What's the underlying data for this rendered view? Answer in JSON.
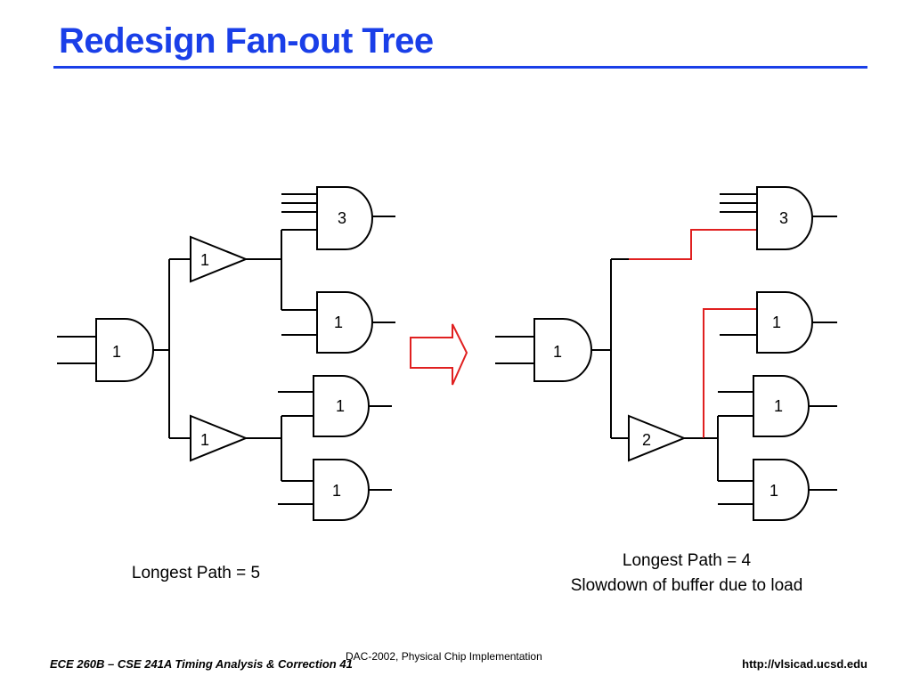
{
  "slide": {
    "title": "Redesign Fan-out Tree"
  },
  "left_tree": {
    "root_gate": "1",
    "buffer_top": "1",
    "buffer_bottom": "1",
    "gate_top": "3",
    "gate_mid": "1",
    "gate_low1": "1",
    "gate_low2": "1",
    "caption": "Longest Path = 5"
  },
  "right_tree": {
    "root_gate": "1",
    "buffer": "2",
    "gate_top": "3",
    "gate_mid": "1",
    "gate_low1": "1",
    "gate_low2": "1",
    "caption_line1": "Longest Path = 4",
    "caption_line2": "Slowdown of buffer due to load"
  },
  "footer": {
    "left": "ECE 260B – CSE 241A Timing Analysis & Correction 41",
    "center": "DAC-2002, Physical Chip Implementation",
    "right": "http://vlsicad.ucsd.edu"
  },
  "colors": {
    "title": "#1a3fe8",
    "highlight_wire": "#e02020",
    "arrow": "#e02020"
  }
}
